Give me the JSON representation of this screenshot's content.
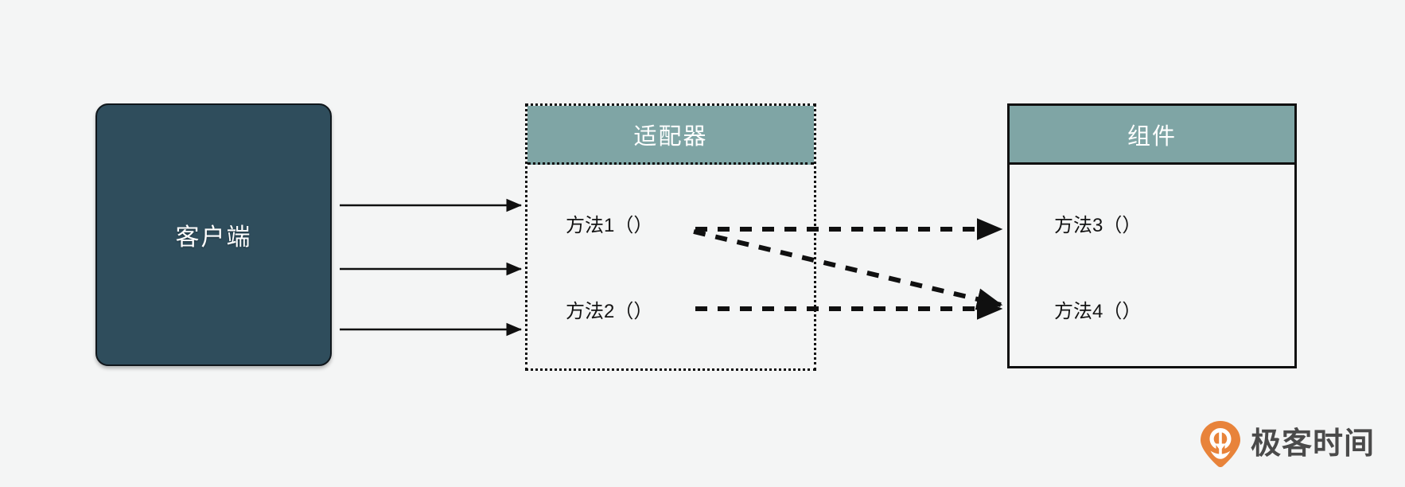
{
  "diagram": {
    "title_semantic": "adapter-pattern-diagram",
    "background_color": "#f4f5f5",
    "client": {
      "label": "客户端",
      "fill_color": "#2f4d5c",
      "text_color": "#ffffff"
    },
    "adapter": {
      "title": "适配器",
      "header_color": "#7fa5a5",
      "border_style": "dotted",
      "methods": [
        {
          "label": "方法1（）"
        },
        {
          "label": "方法2（）"
        }
      ]
    },
    "component": {
      "title": "组件",
      "header_color": "#7fa5a5",
      "border_style": "solid",
      "methods": [
        {
          "label": "方法3（）"
        },
        {
          "label": "方法4（）"
        }
      ]
    },
    "connections": {
      "client_to_adapter": [
        {
          "style": "solid",
          "from": "客户端",
          "to": "适配器"
        },
        {
          "style": "solid",
          "from": "客户端",
          "to": "适配器"
        },
        {
          "style": "solid",
          "from": "客户端",
          "to": "适配器"
        }
      ],
      "adapter_to_component": [
        {
          "style": "dashed",
          "from": "方法1（）",
          "to": "方法3（）"
        },
        {
          "style": "dashed",
          "from": "方法1（）",
          "to": "方法4（）"
        },
        {
          "style": "dashed",
          "from": "方法2（）",
          "to": "方法4（）"
        }
      ]
    }
  },
  "watermark": {
    "brand": "极客时间",
    "icon_color": "#e8833a",
    "text_color": "#4a4a4a"
  }
}
